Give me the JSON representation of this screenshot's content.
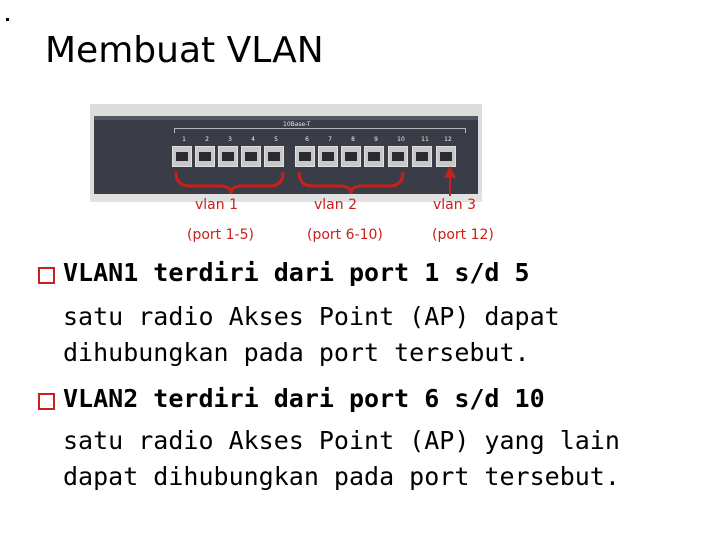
{
  "slide": {
    "title": "Membuat VLAN"
  },
  "switch": {
    "speed_label": "10Base-T",
    "ports": [
      "1",
      "2",
      "3",
      "4",
      "5",
      "6",
      "7",
      "8",
      "9",
      "10",
      "11",
      "12"
    ]
  },
  "vlans": [
    {
      "name": "vlan 1",
      "ports": "(port 1-5)"
    },
    {
      "name": "vlan 2",
      "ports": "(port 6-10)"
    },
    {
      "name": "vlan 3",
      "ports": "(port 12)"
    }
  ],
  "bullets": [
    {
      "heading": "VLAN1 terdiri dari port 1 s/d 5",
      "lines": [
        "satu radio Akses Point (AP) dapat",
        "dihubungkan pada port tersebut."
      ]
    },
    {
      "heading": "VLAN2 terdiri dari port 6 s/d 10",
      "lines": [
        "satu radio Akses Point (AP) yang lain",
        "dapat dihubungkan pada port tersebut."
      ]
    }
  ],
  "colors": {
    "accent": "#c8201a",
    "switch_body": "#3a3c48"
  }
}
